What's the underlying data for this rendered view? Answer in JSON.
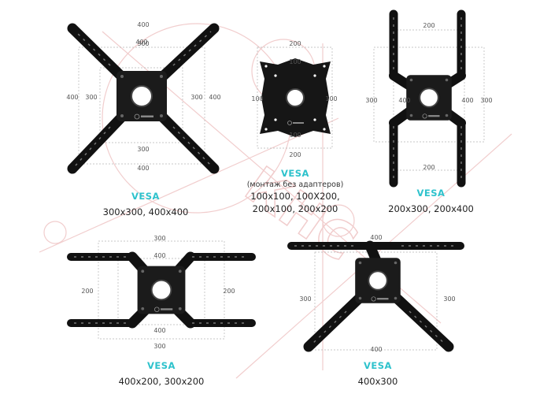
{
  "accent_color": "#2ec2cc",
  "watermark": "КНС",
  "products": [
    {
      "id": "m1",
      "vesa_label": "VESA",
      "caption": "300x300, 400x400",
      "dims": {
        "top_outer": "400",
        "top_inner": "300",
        "bottom_inner": "300",
        "bottom_outer": "400",
        "left_outer": "400",
        "left_inner": "300",
        "right_inner": "300",
        "right_outer": "400"
      }
    },
    {
      "id": "m2",
      "vesa_label": "VESA",
      "note": "(монтаж без адаптеров)",
      "caption_line1": "100x100, 100X200,",
      "caption_line2": "200x100, 200x200",
      "dims": {
        "top_outer": "200",
        "top_inner": "100",
        "bottom_inner": "100",
        "bottom_outer": "200",
        "left": "100",
        "right": "100"
      }
    },
    {
      "id": "m3",
      "vesa_label": "VESA",
      "caption": "200x300, 200x400",
      "dims": {
        "top": "200",
        "bottom": "200",
        "left_outer": "300",
        "left_inner": "400",
        "right_inner": "400",
        "right_outer": "300"
      }
    },
    {
      "id": "m4",
      "vesa_label": "VESA",
      "caption": "400x200, 300x200",
      "dims": {
        "top_outer": "300",
        "top_inner": "400",
        "bottom_inner": "400",
        "bottom_outer": "300",
        "left": "200",
        "right": "200"
      }
    },
    {
      "id": "m5",
      "vesa_label": "VESA",
      "caption": "400x300",
      "dims": {
        "top": "400",
        "bottom": "400",
        "left": "300",
        "right": "300"
      }
    }
  ]
}
